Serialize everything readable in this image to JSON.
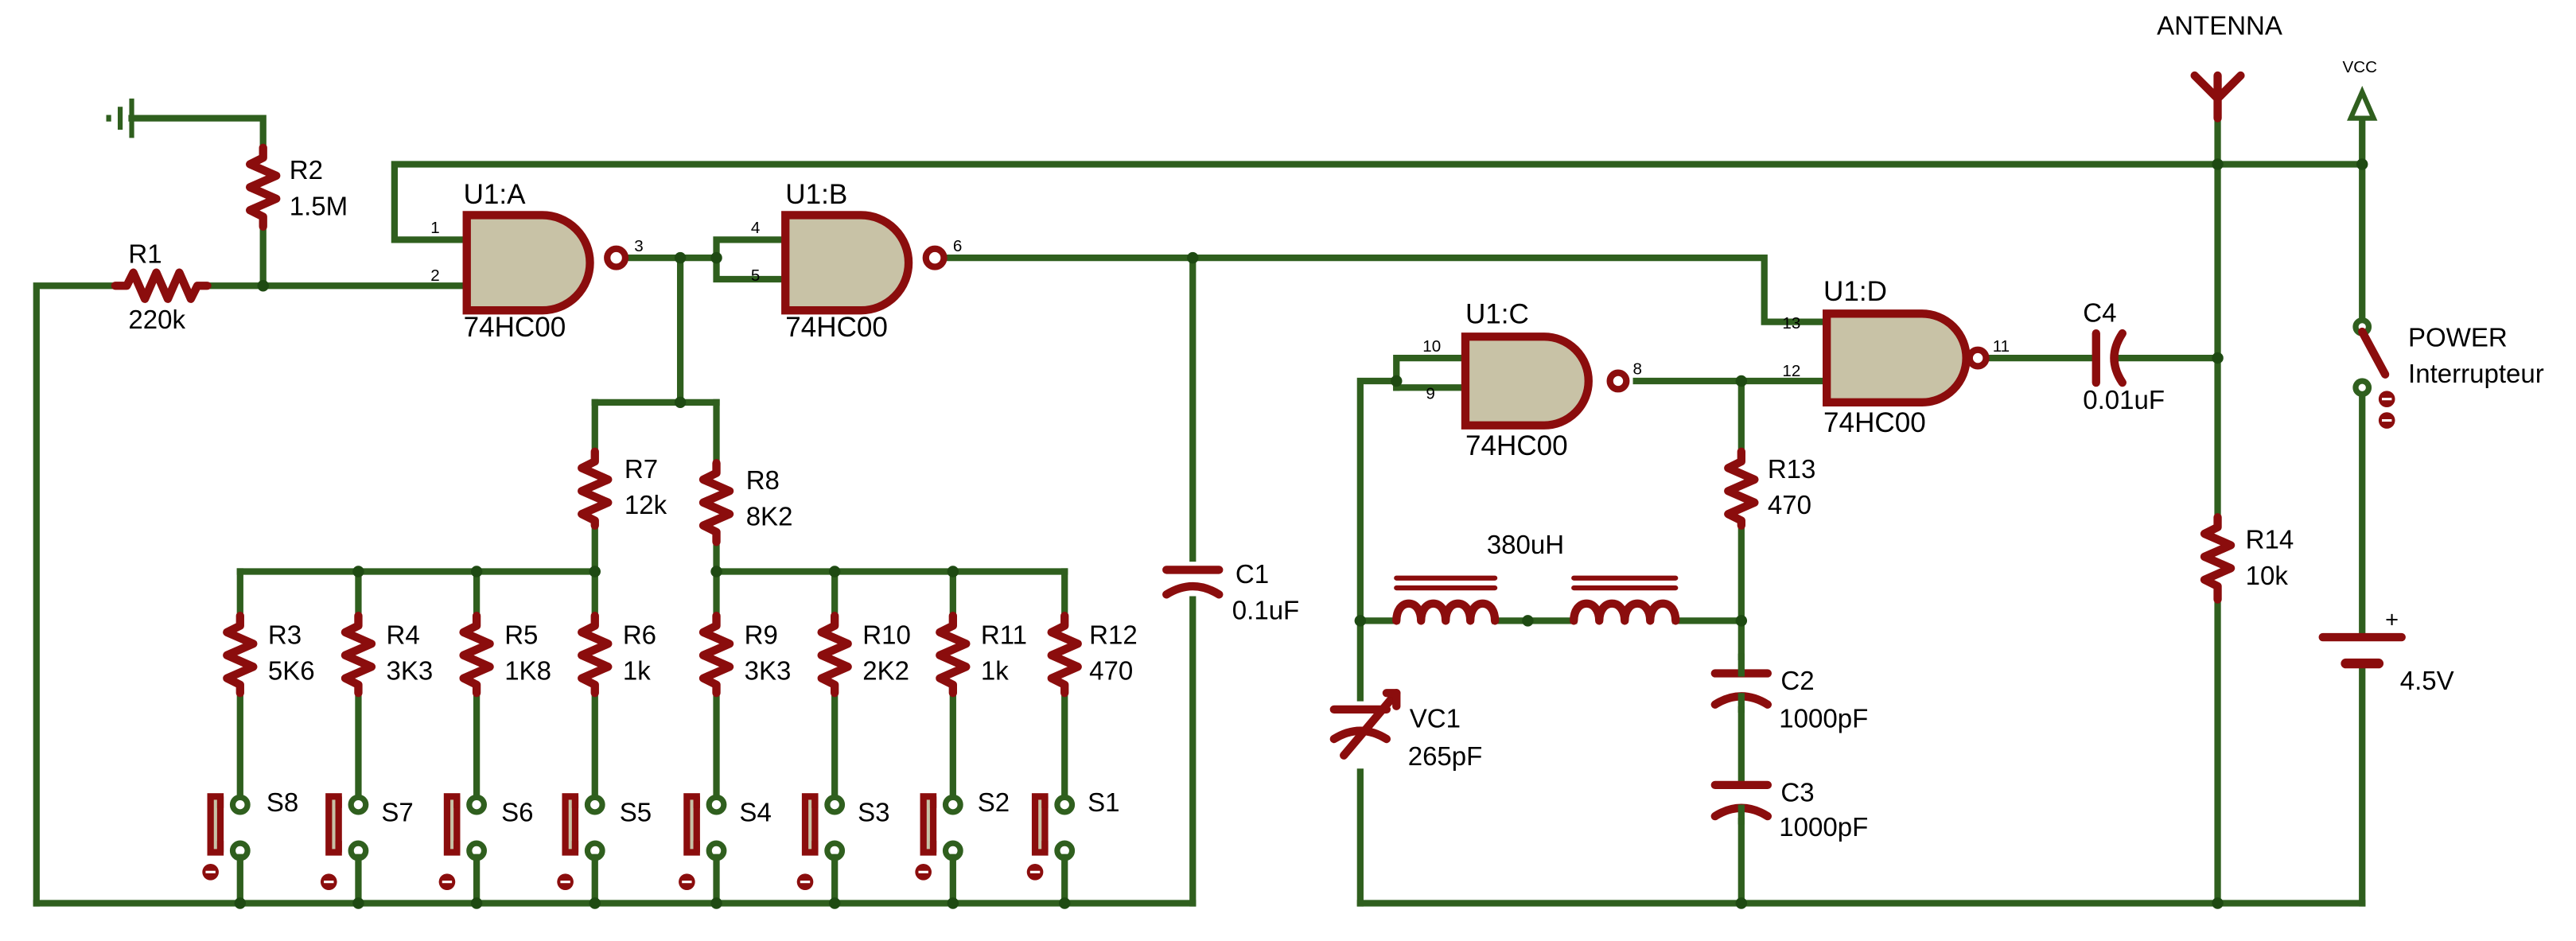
{
  "gates": [
    {
      "ref": "U1:A",
      "part": "74HC00",
      "in1": "1",
      "in2": "2",
      "out": "3"
    },
    {
      "ref": "U1:B",
      "part": "74HC00",
      "in1": "4",
      "in2": "5",
      "out": "6"
    },
    {
      "ref": "U1:C",
      "part": "74HC00",
      "in1": "10",
      "in2": "9",
      "out": "8"
    },
    {
      "ref": "U1:D",
      "part": "74HC00",
      "in1": "13",
      "in2": "12",
      "out": "11"
    }
  ],
  "resistors": [
    {
      "ref": "R1",
      "value": "220k"
    },
    {
      "ref": "R2",
      "value": "1.5M"
    },
    {
      "ref": "R3",
      "value": "5K6"
    },
    {
      "ref": "R4",
      "value": "3K3"
    },
    {
      "ref": "R5",
      "value": "1K8"
    },
    {
      "ref": "R6",
      "value": "1k"
    },
    {
      "ref": "R7",
      "value": "12k"
    },
    {
      "ref": "R8",
      "value": "8K2"
    },
    {
      "ref": "R9",
      "value": "3K3"
    },
    {
      "ref": "R10",
      "value": "2K2"
    },
    {
      "ref": "R11",
      "value": "1k"
    },
    {
      "ref": "R12",
      "value": "470"
    },
    {
      "ref": "R13",
      "value": "470"
    },
    {
      "ref": "R14",
      "value": "10k"
    }
  ],
  "capacitors": [
    {
      "ref": "C1",
      "value": "0.1uF"
    },
    {
      "ref": "C2",
      "value": "1000pF"
    },
    {
      "ref": "C3",
      "value": "1000pF"
    },
    {
      "ref": "C4",
      "value": "0.01uF"
    },
    {
      "ref": "VC1",
      "value": "265pF"
    }
  ],
  "switches": [
    "S8",
    "S7",
    "S6",
    "S5",
    "S4",
    "S3",
    "S2",
    "S1"
  ],
  "inductor_value": "380uH",
  "antenna_label": "ANTENNA",
  "vcc_label": "VCC",
  "power_switch": {
    "name": "POWER",
    "label": "Interrupteur"
  },
  "battery": {
    "plus": "+",
    "value": "4.5V"
  },
  "colors": {
    "wire": "#2f5f1e",
    "component": "#8b0d0d",
    "gate_fill": "#c8c2a6",
    "junction": "#1e4a12"
  }
}
